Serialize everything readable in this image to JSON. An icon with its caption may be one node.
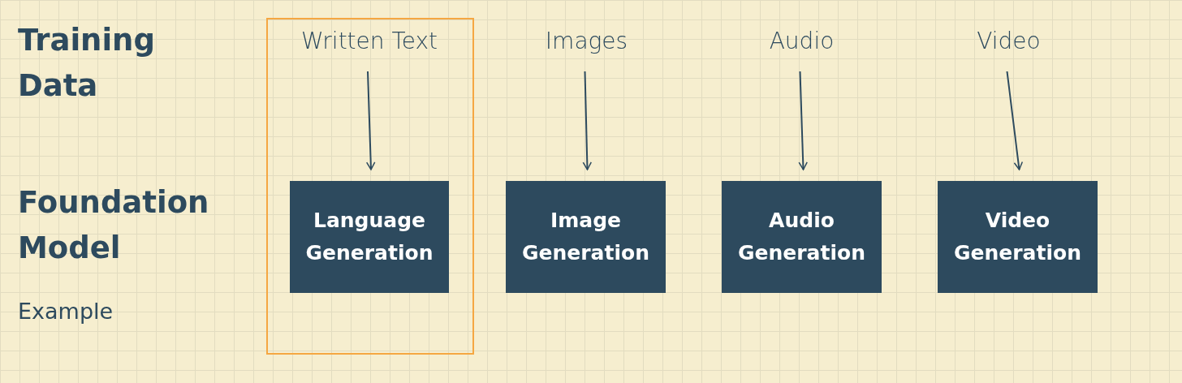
{
  "diagram": {
    "nodes": [
      {
        "text": [],
        "shape": "box"
      },
      {
        "text": [
          "Written Text"
        ],
        "in": 0
      },
      {
        "text": [
          "Language Generation"
        ],
        "in": 0
      },
      {
        "text": [
          "Images"
        ]
      },
      {
        "text": [
          "Image Generation"
        ]
      },
      {
        "text": [
          "Audio"
        ]
      },
      {
        "text": [
          "Audio Generation"
        ]
      },
      {
        "text": [
          "Video"
        ]
      },
      {
        "text": [
          "Video Generation"
        ]
      }
    ],
    "edges": [
      {
        "from": 1,
        "to": 2,
        "arrow": "to"
      },
      {
        "from": 3,
        "to": 4,
        "arrow": "to"
      },
      {
        "from": 5,
        "to": 6,
        "arrow": "to"
      },
      {
        "from": 7,
        "to": 8,
        "arrow": "to"
      }
    ],
    "labels": [
      "Training Data",
      "Foundation Model",
      "Example"
    ]
  }
}
